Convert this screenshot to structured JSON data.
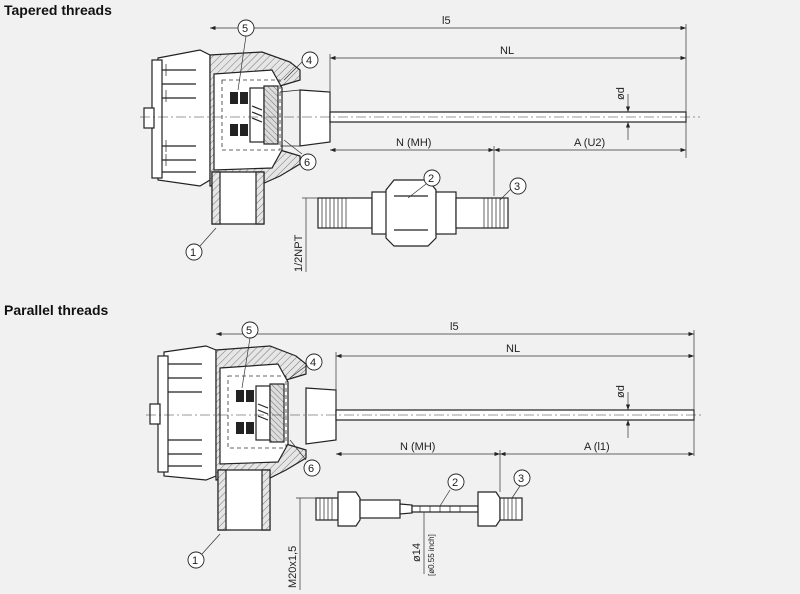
{
  "sections": [
    {
      "heading": "Tapered threads",
      "labels": {
        "l5": "l5",
        "nl": "NL",
        "diameter": "ød",
        "n_mh": "N (MH)",
        "a_dim": "A (U2)",
        "thread": "1/2NPT"
      },
      "callouts": [
        "1",
        "2",
        "3",
        "4",
        "5",
        "6"
      ]
    },
    {
      "heading": "Parallel threads",
      "labels": {
        "l5": "l5",
        "nl": "NL",
        "diameter": "ød",
        "n_mh": "N (MH)",
        "a_dim": "A (l1)",
        "thread": "M20x1,5",
        "shaft_dia": "ø14",
        "shaft_dia_inch": "[ø0.55 inch]"
      },
      "callouts": [
        "1",
        "2",
        "3",
        "4",
        "5",
        "6"
      ]
    }
  ]
}
